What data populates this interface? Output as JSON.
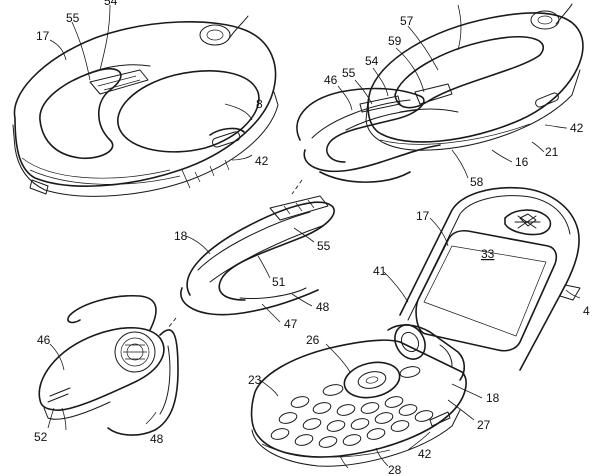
{
  "figure": {
    "colors": {
      "ink": "#1a1a1a",
      "paper": "#ffffff"
    },
    "labels": {
      "n54_top": "54",
      "n55_top": "55",
      "n17_top": "17",
      "n8": "8",
      "n42_left": "42",
      "n57": "57",
      "n59": "59",
      "n54_right": "54",
      "n55_right": "55",
      "n46_top": "46",
      "n42_right": "42",
      "n21": "21",
      "n16": "16",
      "n58": "58",
      "n18_mid": "18",
      "n55_mid": "55",
      "n51": "51",
      "n48_mid": "48",
      "n47": "47",
      "n17_phone": "17",
      "n33": "33",
      "n41": "41",
      "n4": "4",
      "n46_left": "46",
      "n52": "52",
      "n48_bottom": "48",
      "n26": "26",
      "n23": "23",
      "n18_phone": "18",
      "n27": "27",
      "n42_phone": "42",
      "n28": "28"
    }
  }
}
